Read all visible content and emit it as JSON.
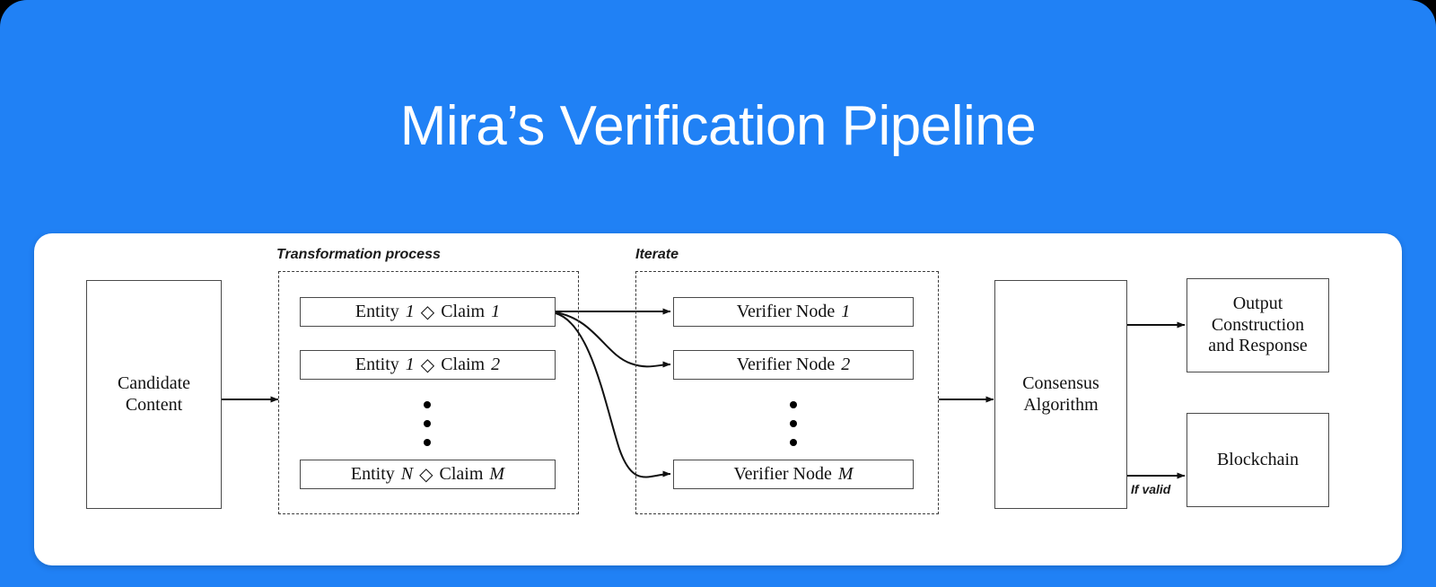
{
  "slide": {
    "title": "Mira’s Verification Pipeline",
    "background_color": "#2081f5",
    "title_color": "#ffffff",
    "card_color": "#ffffff"
  },
  "diagram": {
    "type": "flowchart",
    "input": {
      "label": "Candidate\nContent",
      "line1": "Candidate",
      "line2": "Content"
    },
    "groups": [
      {
        "name": "transformation",
        "label": "Transformation process"
      },
      {
        "name": "iterate",
        "label": "Iterate"
      }
    ],
    "claim_pairs": {
      "separator": "◇",
      "items": [
        {
          "entity_word": "Entity",
          "entity_index": "1",
          "claim_word": "Claim",
          "claim_index": "1"
        },
        {
          "entity_word": "Entity",
          "entity_index": "1",
          "claim_word": "Claim",
          "claim_index": "2"
        },
        {
          "entity_word": "Entity",
          "entity_index": "N",
          "claim_word": "Claim",
          "claim_index": "M"
        }
      ],
      "ellipsis": "⋮"
    },
    "verifier_nodes": [
      {
        "word": "Verifier Node",
        "index": "1"
      },
      {
        "word": "Verifier Node",
        "index": "2"
      },
      {
        "word": "Verifier Node",
        "index": "M"
      }
    ],
    "consensus": {
      "line1": "Consensus",
      "line2": "Algorithm"
    },
    "outputs": [
      {
        "name": "output-construction",
        "line1": "Output",
        "line2": "Construction",
        "line3": "and Response"
      },
      {
        "name": "blockchain",
        "line1": "Blockchain"
      }
    ],
    "edge_labels": [
      {
        "name": "if-valid",
        "text": "If valid"
      }
    ]
  }
}
